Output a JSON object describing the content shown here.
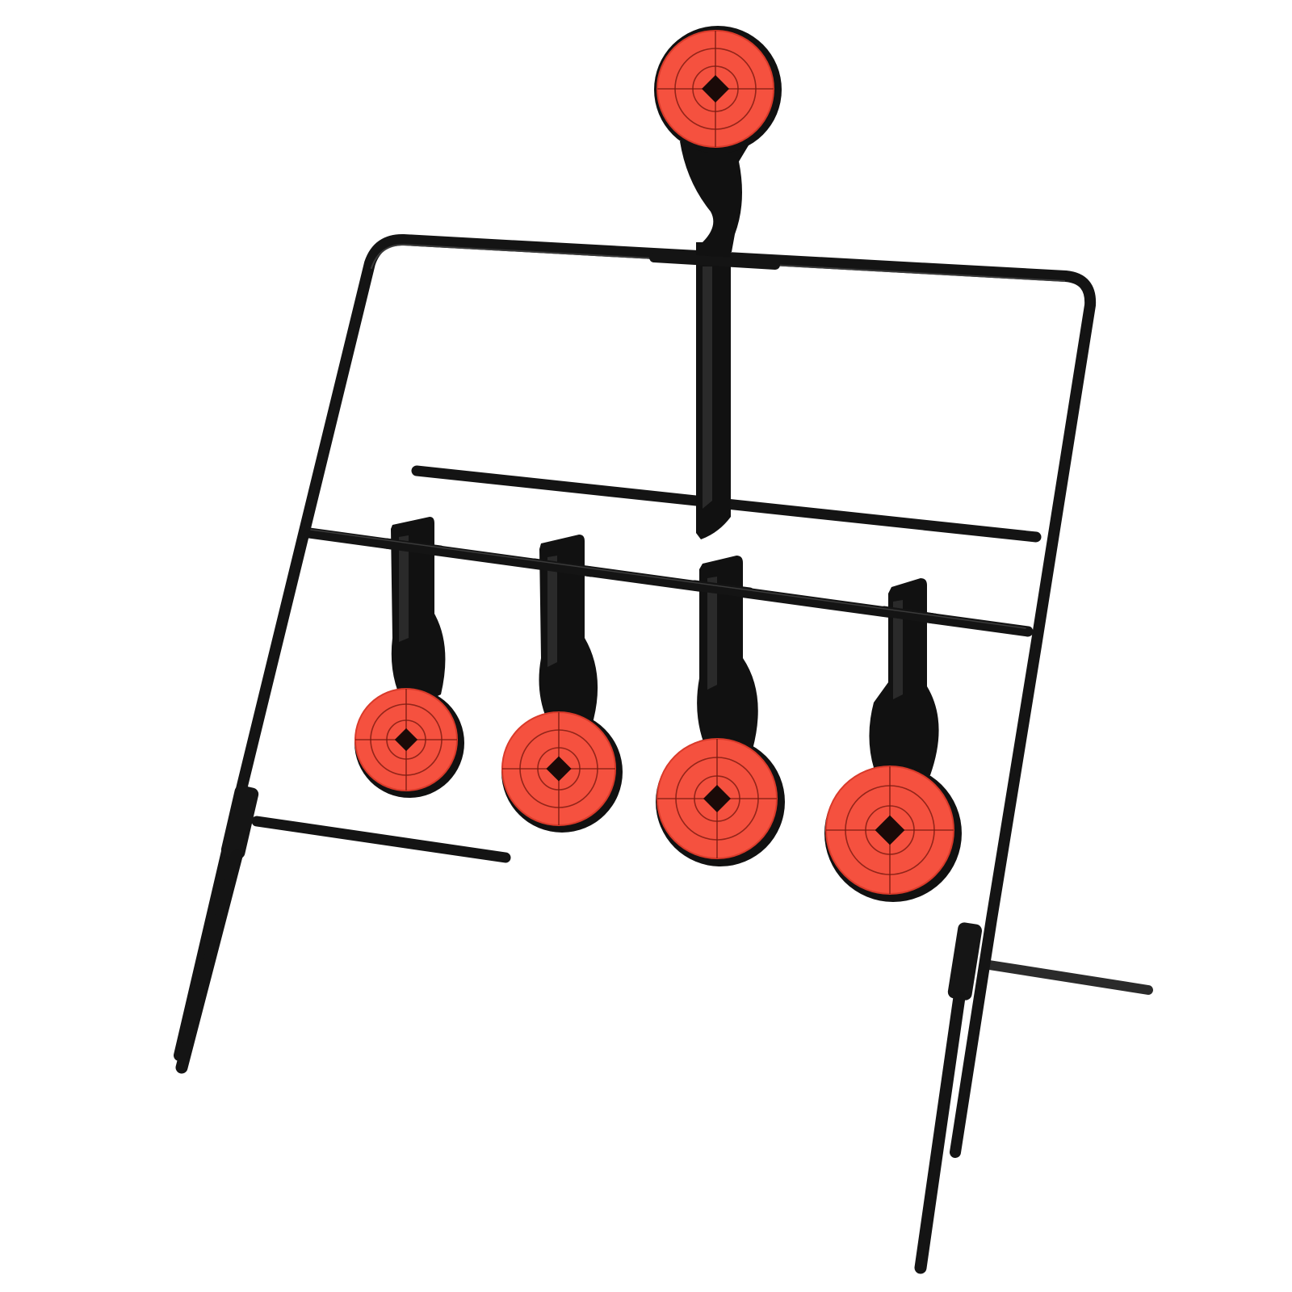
{
  "product": {
    "category": "resetting-spinner-target",
    "frame_color": "#141414",
    "target_face_color": "#f5513f",
    "target_face_edge_color": "#d93a2a",
    "bullseye_color": "#1a0a08",
    "target_count": 5,
    "top_target_count": 1,
    "lower_target_count": 4
  },
  "icons": {
    "top_target": "target-icon",
    "lower_target": "target-icon",
    "bullseye": "diamond-icon"
  }
}
